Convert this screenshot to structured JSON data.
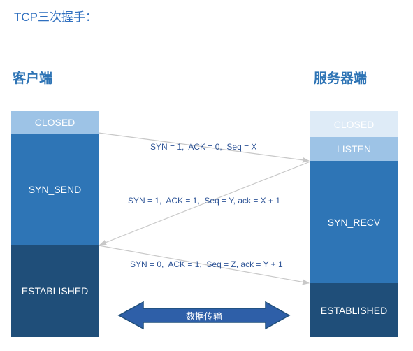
{
  "title": "TCP三次握手：",
  "client": {
    "label": "客户端",
    "states": {
      "closed": "CLOSED",
      "syn_send": "SYN_SEND",
      "established": "ESTABLISHED"
    }
  },
  "server": {
    "label": "服务器端",
    "states": {
      "closed": "CLOSED",
      "listen": "LISTEN",
      "syn_recv": "SYN_RECV",
      "established": "ESTABLISHED"
    }
  },
  "messages": {
    "m1": "SYN = 1,  ACK = 0,  Seq = X",
    "m2": "SYN = 1,  ACK = 1,  Seq = Y, ack = X + 1",
    "m3": "SYN = 0,  ACK = 1,  Seq = Z, ack = Y + 1"
  },
  "transfer": {
    "label": "数据传输"
  },
  "colors": {
    "closed_light": "#9dc3e6",
    "closed_faint": "#deebf7",
    "active": "#2e75b6",
    "established": "#1f4e79",
    "arrow": "#2f5597",
    "text": "#2e74b5"
  }
}
